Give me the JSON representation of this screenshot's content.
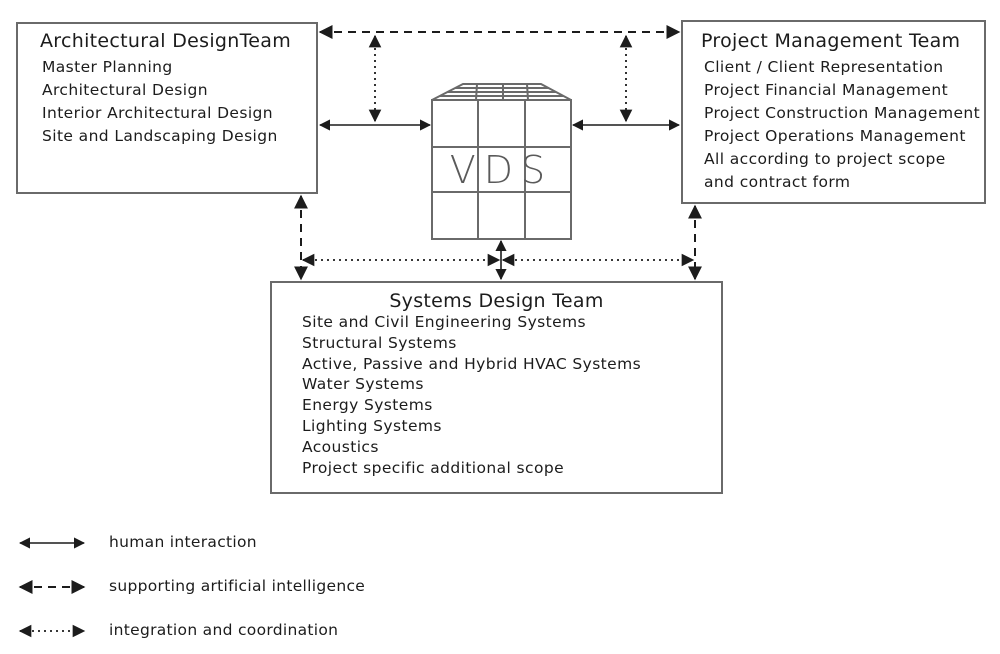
{
  "center": {
    "label": "VDS"
  },
  "architectural_team": {
    "title": "Architectural DesignTeam",
    "items": [
      "Master Planning",
      "Architectural Design",
      "Interior Architectural Design",
      "Site and Landscaping Design"
    ]
  },
  "project_management_team": {
    "title": "Project Management Team",
    "items": [
      "Client / Client Representation",
      "Project Financial Management",
      "Project Construction Management",
      "Project Operations Management",
      "All according to project scope",
      "and contract form"
    ]
  },
  "systems_team": {
    "title": "Systems Design Team",
    "items": [
      "Site and Civil Engineering Systems",
      "Structural Systems",
      "Active, Passive and Hybrid HVAC Systems",
      "Water Systems",
      "Energy Systems",
      "Lighting Systems",
      "Acoustics",
      "Project specific additional scope"
    ]
  },
  "legend": {
    "human": "human interaction",
    "ai": "supporting artificial intelligence",
    "integration": "integration and coordination"
  },
  "colors": {
    "line": "#1c1c1c",
    "box_border": "#6a6a6a",
    "building": "#6a6a6a"
  }
}
